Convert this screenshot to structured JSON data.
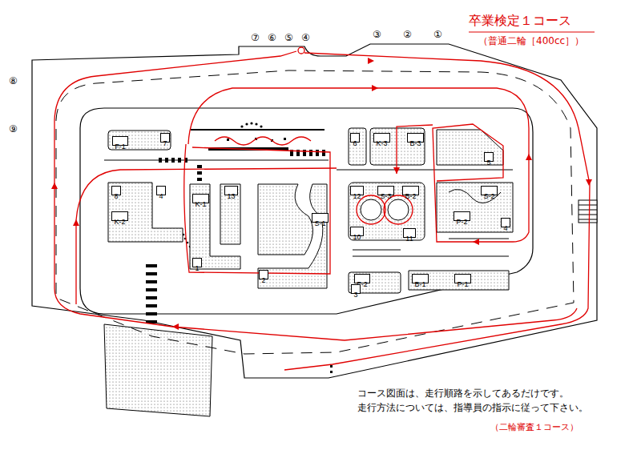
{
  "diagram": {
    "title": "卒業検定１コース",
    "caption": "（二輪審査１コース）",
    "nodes": [
      {
        "text": [
          "7"
        ]
      },
      {
        "text": [
          "F-1"
        ]
      },
      {
        "text": [
          "6"
        ]
      },
      {
        "text": [
          "K-3"
        ]
      },
      {
        "text": [
          "B-3"
        ]
      },
      {
        "text": [
          "5"
        ]
      },
      {
        "text": [
          "8"
        ]
      },
      {
        "text": [
          "4"
        ]
      },
      {
        "text": [
          "K-1"
        ]
      },
      {
        "text": [
          "13"
        ]
      },
      {
        "text": [
          "12"
        ]
      },
      {
        "text": [
          "S-3"
        ]
      },
      {
        "text": [
          "B-2"
        ]
      },
      {
        "text": [
          "S-2"
        ]
      },
      {
        "text": [
          "K-2"
        ]
      },
      {
        "text": [
          "S-1"
        ]
      },
      {
        "text": [
          "P-2"
        ]
      },
      {
        "text": [
          "4"
        ]
      },
      {
        "text": [
          "10"
        ]
      },
      {
        "text": [
          "11"
        ]
      },
      {
        "text": [
          "1"
        ]
      },
      {
        "text": [
          "2"
        ]
      },
      {
        "text": [
          "F-2"
        ]
      },
      {
        "text": [
          "3"
        ]
      },
      {
        "text": [
          "B-1"
        ]
      },
      {
        "text": [
          "P-1"
        ]
      }
    ],
    "labels": [
      "⑦",
      "⑥",
      "⑤",
      "④",
      "③",
      "②",
      "①",
      "（普通二輪［400cc］）",
      "⑧",
      "⑨",
      "コース図面は、走行順路を示してあるだけです。",
      "走行方法については、指導員の指示に従って下さい。"
    ]
  }
}
